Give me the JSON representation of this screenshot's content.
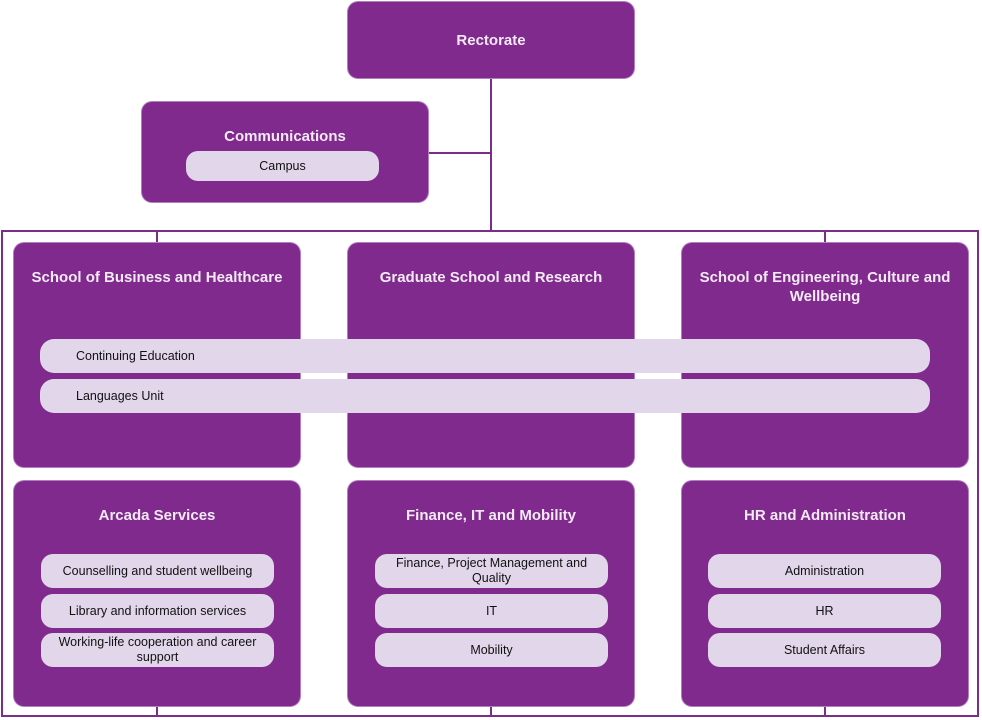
{
  "rectorate": {
    "title": "Rectorate"
  },
  "communications": {
    "title": "Communications",
    "units": [
      "Campus"
    ]
  },
  "schools": [
    {
      "title": "School of Business and Healthcare"
    },
    {
      "title": "Graduate School and Research"
    },
    {
      "title": "School of Engineering, Culture and Wellbeing"
    }
  ],
  "shared_units": [
    "Continuing Education",
    "Languages Unit"
  ],
  "services": [
    {
      "title": "Arcada Services",
      "units": [
        "Counselling and student wellbeing",
        "Library  and information services",
        "Working-life cooperation and career support"
      ]
    },
    {
      "title": "Finance, IT and Mobility",
      "units": [
        "Finance, Project Management and Quality",
        "IT",
        "Mobility"
      ]
    },
    {
      "title": "HR and Administration",
      "units": [
        "Administration",
        "HR",
        "Student Affairs"
      ]
    }
  ],
  "colors": {
    "box": "#7f2a8c",
    "pill": "#e2d6ea",
    "line": "#7a2e8a"
  }
}
